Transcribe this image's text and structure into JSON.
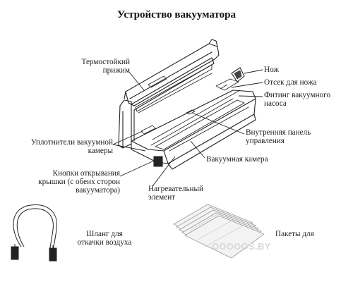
{
  "title": "Устройство вакууматора",
  "labels": {
    "heat_resistant_clamp": "Термостойкий\nприжим",
    "knife": "Нож",
    "knife_compartment": "Отсек для ножа",
    "vacuum_pump_fitting": "Фитинг вакуумного\nнасоса",
    "inner_control_panel": "Внутренняя панель\nуправления",
    "vacuum_chamber_seals": "Уплотнители вакуумной\nкамеры",
    "vacuum_chamber": "Вакуумная камера",
    "lid_open_buttons": "Кнопки открывания\nкрышки (с обеих сторон\nвакууматора)",
    "heating_element": "Нагревательный\nэлемент",
    "air_hose": "Шланг для\nоткачки воздуха",
    "bags": "Пакеты для"
  },
  "watermark": "OOOOOS.BY"
}
